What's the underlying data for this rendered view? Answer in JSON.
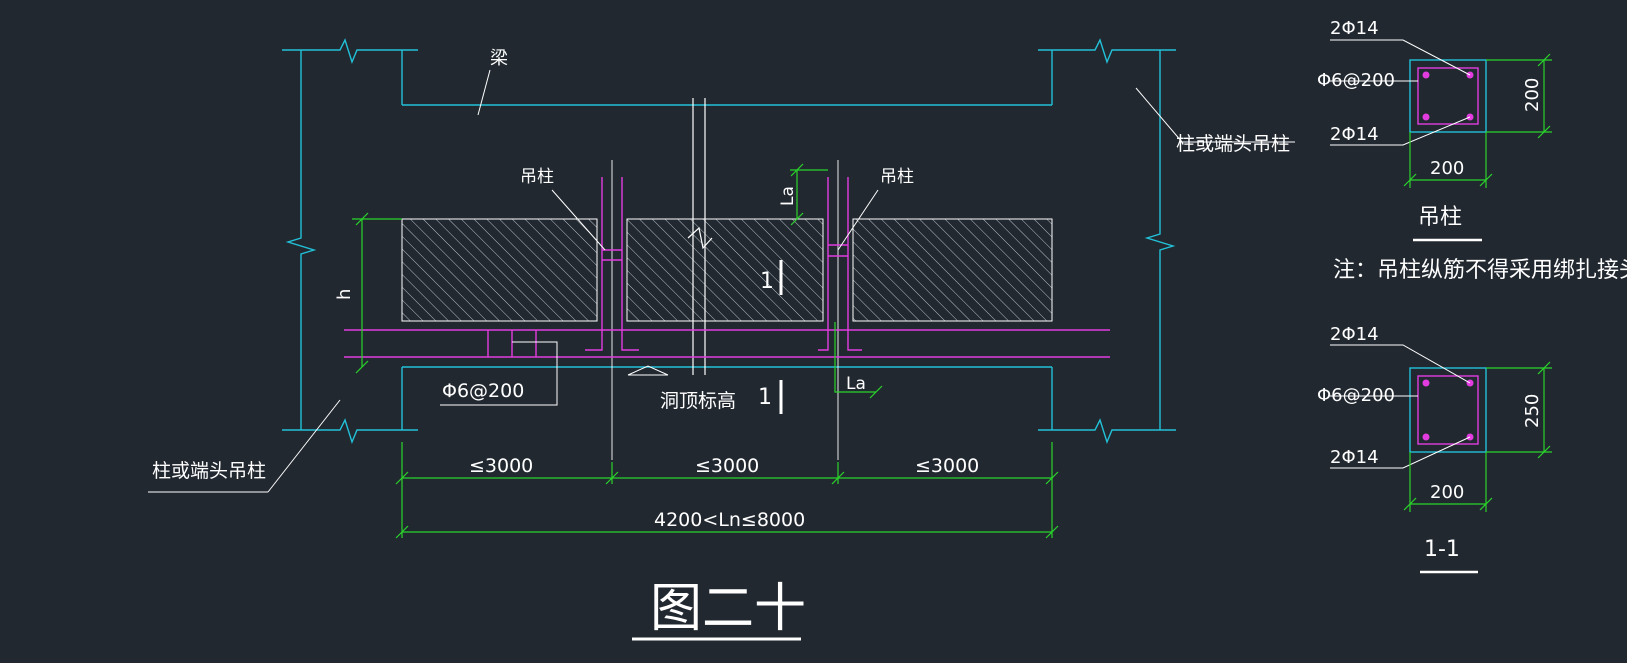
{
  "colors": {
    "background": "#212830",
    "concrete_outline": "#22c1d8",
    "rebar": "#e23ce0",
    "dimension": "#2bd42b",
    "text": "#ffffff",
    "leader": "#ffffff",
    "hatch": "#b9bec4"
  },
  "main": {
    "beam_label": "梁",
    "hanger_label_left": "吊柱",
    "hanger_label_right": "吊柱",
    "column_label_right": "柱或端头吊柱",
    "column_label_left": "柱或端头吊柱",
    "stirrup_label": "Φ6@200",
    "opening_top_label": "洞顶标高",
    "dim_h": "h",
    "dim_la_top": "La",
    "dim_la_bottom": "La",
    "section_mark_top": "1",
    "section_mark_bottom": "1",
    "dim_span_1": "≤3000",
    "dim_span_2": "≤3000",
    "dim_span_3": "≤3000",
    "dim_total": "4200<Ln≤8000",
    "figure_title": "图二十"
  },
  "section_hanger": {
    "top_bar_label": "2Φ14",
    "stirrup_label": "Φ6@200",
    "bottom_bar_label": "2Φ14",
    "height_dim": "200",
    "width_dim": "200",
    "title": "吊柱"
  },
  "note": "注：吊柱纵筋不得采用绑扎接头。",
  "section_1_1": {
    "top_bar_label": "2Φ14",
    "stirrup_label": "Φ6@200",
    "bottom_bar_label": "2Φ14",
    "height_dim": "250",
    "width_dim": "200",
    "title": "1-1"
  }
}
